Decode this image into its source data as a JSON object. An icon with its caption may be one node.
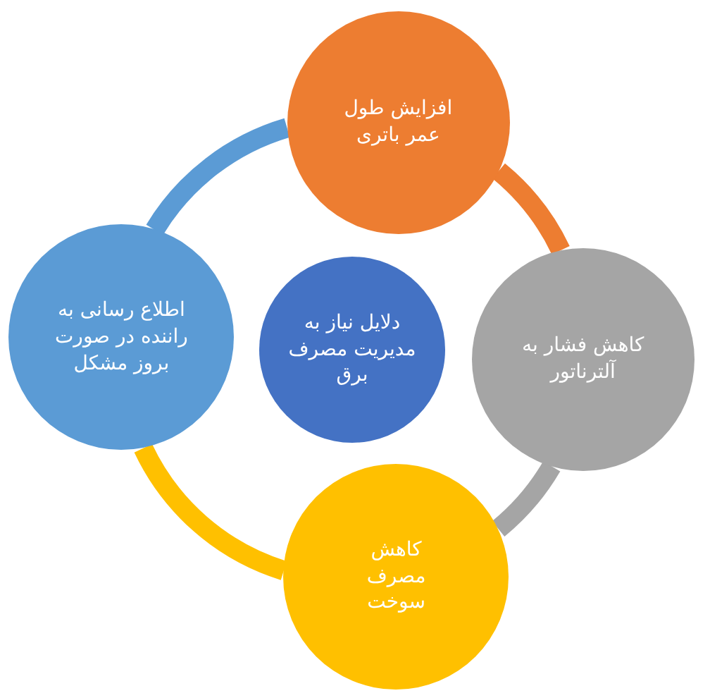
{
  "diagram": {
    "nodes": [
      {
        "text": [
          "افزایش طول عمر باتری"
        ]
      },
      {
        "text": [
          "اطلاع رسانی به راننده در صورت بروز مشکل"
        ]
      },
      {
        "text": [
          "دلایل نیاز به مدیریت مصرف برق"
        ]
      },
      {
        "text": [
          "کاهش فشار به آلترناتور"
        ]
      },
      {
        "text": [
          "کاهش مصرف سوخت"
        ]
      }
    ],
    "edges": [
      {
        "from": 0,
        "to": 3,
        "arrow": "none",
        "color": "#ed7d31"
      },
      {
        "from": 3,
        "to": 4,
        "arrow": "none",
        "color": "#a5a5a5"
      },
      {
        "from": 4,
        "to": 1,
        "arrow": "none",
        "color": "#ffc000"
      },
      {
        "from": 1,
        "to": 0,
        "arrow": "none",
        "color": "#5b9bd5"
      }
    ]
  }
}
